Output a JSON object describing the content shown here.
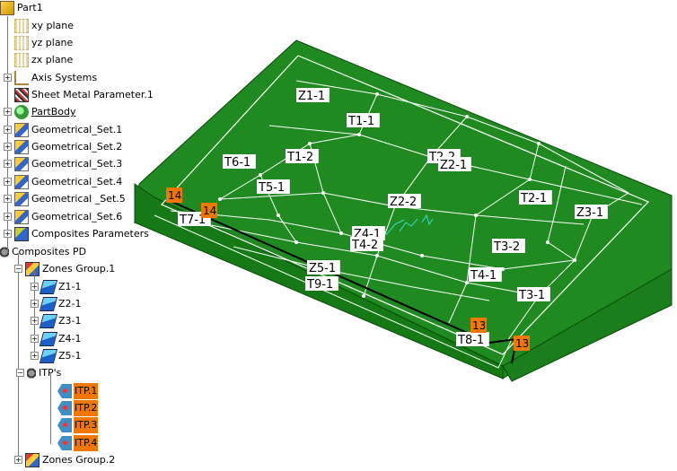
{
  "tree": {
    "root": "Part1",
    "items": [
      {
        "label": "xy plane",
        "icon": "plane-icon"
      },
      {
        "label": "yz plane",
        "icon": "plane-icon"
      },
      {
        "label": "zx plane",
        "icon": "plane-icon"
      },
      {
        "label": "Axis Systems",
        "icon": "axis-system-icon"
      },
      {
        "label": "Sheet Metal Parameter.1",
        "icon": "sheet-metal-icon"
      },
      {
        "label": "PartBody",
        "icon": "part-body-icon"
      },
      {
        "label": "Geometrical_Set.1",
        "icon": "geometrical-set-icon"
      },
      {
        "label": "Geometrical_Set.2",
        "icon": "geometrical-set-icon"
      },
      {
        "label": "Geometrical_Set.3",
        "icon": "geometrical-set-icon"
      },
      {
        "label": "Geometrical_Set.4",
        "icon": "geometrical-set-icon"
      },
      {
        "label": "Geometrical _Set.5",
        "icon": "geometrical-set-icon"
      },
      {
        "label": "Geometrical_Set.6",
        "icon": "geometrical-set-icon"
      },
      {
        "label": "Composites Parameters",
        "icon": "composites-parameters-icon"
      },
      {
        "label": "Composites PD",
        "icon": "gear-icon"
      },
      {
        "label": "Zones Group.1",
        "icon": "zones-group-icon"
      },
      {
        "label": "Z1-1",
        "icon": "zone-icon"
      },
      {
        "label": "Z2-1",
        "icon": "zone-icon"
      },
      {
        "label": "Z3-1",
        "icon": "zone-icon"
      },
      {
        "label": "Z4-1",
        "icon": "zone-icon"
      },
      {
        "label": "Z5-1",
        "icon": "zone-icon"
      },
      {
        "label": "ITP's",
        "icon": "gear-icon"
      },
      {
        "label": "ITP.1",
        "icon": "itp-icon"
      },
      {
        "label": "ITP.2",
        "icon": "itp-icon"
      },
      {
        "label": "ITP.3",
        "icon": "itp-icon"
      },
      {
        "label": "ITP.4",
        "icon": "itp-icon"
      },
      {
        "label": "Zones Group.2",
        "icon": "zones-group-icon"
      }
    ]
  },
  "viewport": {
    "plate_color": "#1f8a1f",
    "label_bg": "#ffffff",
    "marker_color": "#f07800",
    "labels": [
      "Z1-1",
      "T1-1",
      "T1-2",
      "T6-1",
      "T5-1",
      "T2-2",
      "Z2-1",
      "T2-1",
      "Z3-1",
      "Z2-2",
      "Z4-1",
      "T4-2",
      "T3-2",
      "T4-1",
      "T3-1",
      "T7-1",
      "Z5-1",
      "T9-1",
      "T8-1"
    ],
    "markers": [
      "14",
      "14",
      "13",
      "13"
    ]
  },
  "colors": {
    "selection": "#f07800",
    "tree_line": "#777777"
  }
}
